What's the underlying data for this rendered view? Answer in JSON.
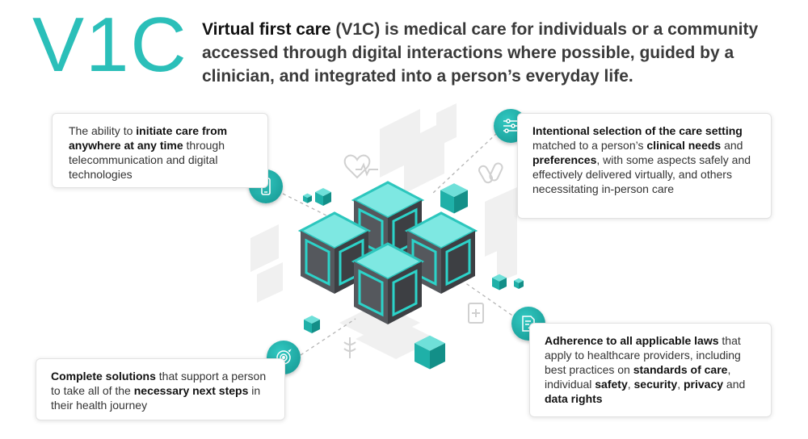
{
  "logo": "V1C",
  "intro": {
    "term": "Virtual first care",
    "text": " (V1C) is medical care for individuals or a community accessed through digital interactions where possible, guided by a clinician, and integrated into a person’s everyday life."
  },
  "cards": {
    "initiate": {
      "parts": [
        "The ability to ",
        "initiate care from anywhere at any time",
        " through telecommunication and digital technologies"
      ]
    },
    "setting": {
      "parts": [
        "Intentional selection of the care setting",
        " matched to a person’s ",
        "clinical needs",
        " and ",
        "preferences",
        ", with some aspects safely and effectively delivered virtually, and others necessitating in-person care"
      ]
    },
    "complete": {
      "parts": [
        "Complete solutions",
        " that support a person to take all of the ",
        "necessary next steps",
        " in their health journey"
      ]
    },
    "adherence": {
      "parts": [
        "Adherence to all applicable laws",
        " that apply to healthcare providers, including best practices on ",
        "standards of care",
        ", individual ",
        "safety",
        ", ",
        "security",
        ", ",
        "privacy",
        " and ",
        "data rights"
      ]
    }
  },
  "icons": {
    "phone": "smartphone-icon",
    "sliders": "sliders-icon",
    "document": "document-check-icon",
    "target": "target-cycle-icon"
  },
  "colors": {
    "brand": "#2bbfb9",
    "brand_dark": "#14948f",
    "cube_dark": "#4a4d52"
  }
}
